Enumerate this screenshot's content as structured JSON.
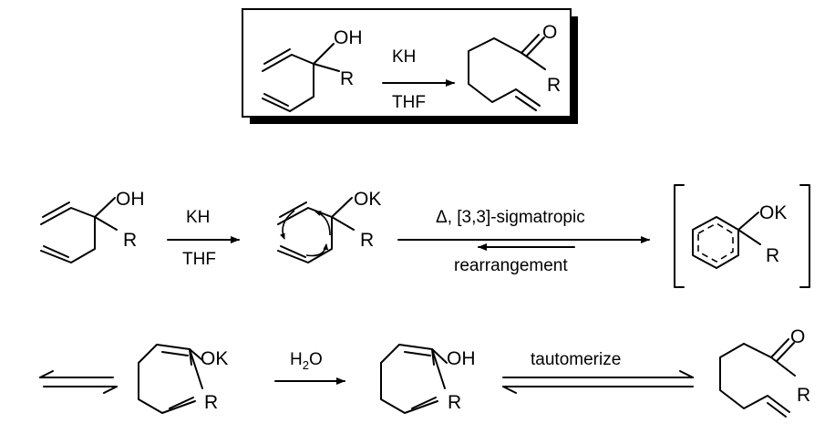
{
  "summary_box": {
    "reactant": {
      "oh": "OH",
      "r": "R"
    },
    "reagent_top": "KH",
    "reagent_bottom": "THF",
    "product": {
      "o": "O",
      "r": "R"
    }
  },
  "mechanism": {
    "step1": {
      "reactant": {
        "oh": "OH",
        "r": "R"
      },
      "reagent_top": "KH",
      "reagent_bottom": "THF",
      "alkoxide": {
        "ok": "OK",
        "r": "R"
      }
    },
    "step2": {
      "delta": "Δ",
      "label_top": "Δ, [3,3]-sigmatropic",
      "label_bottom": "rearrangement",
      "transition_state": {
        "ok": "OK",
        "r": "R"
      }
    },
    "step3": {
      "enolate": {
        "ok": "OK",
        "r": "R"
      },
      "reagent": "H",
      "reagent_sub": "2",
      "reagent_tail": "O",
      "enol": {
        "oh": "OH",
        "r": "R"
      }
    },
    "step4": {
      "label": "tautomerize",
      "product": {
        "o": "O",
        "r": "R"
      }
    }
  }
}
